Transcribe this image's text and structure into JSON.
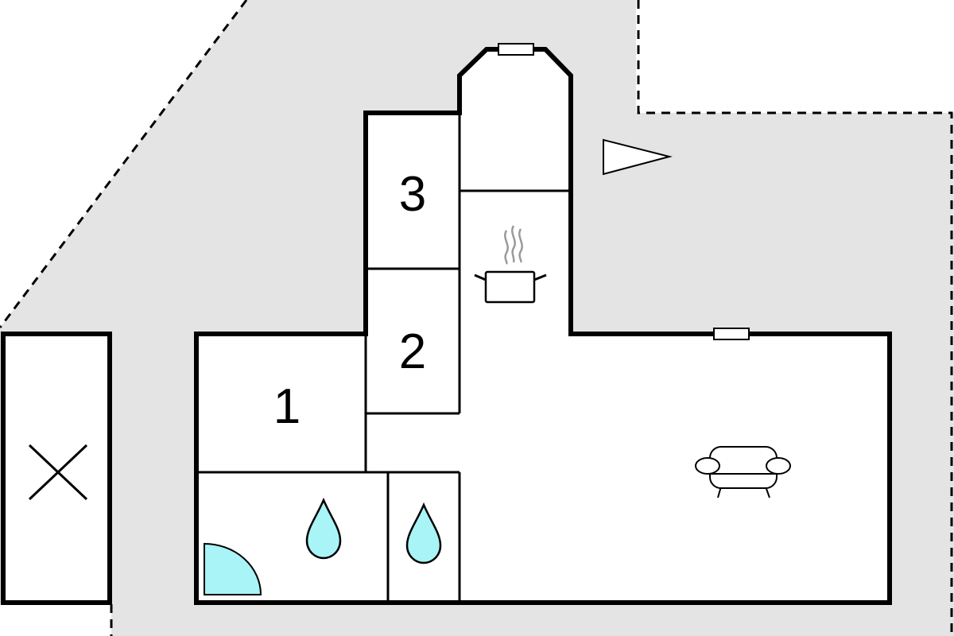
{
  "plan": {
    "rooms": [
      {
        "id": "bedroom-1",
        "label": "1"
      },
      {
        "id": "bedroom-2",
        "label": "2"
      },
      {
        "id": "bedroom-3",
        "label": "3"
      }
    ],
    "icons": {
      "kitchen": "cooking-pot-icon",
      "living": "armchair-icon",
      "water": "water-drop-icon",
      "shower": "shower-quarter-circle-icon",
      "entrance": "entrance-flag-icon",
      "parking": "parking-cross-icon"
    },
    "colors": {
      "terrain": "#e4e4e4",
      "walls": "#000000",
      "water": "#a8f4f6",
      "steam": "#9a9a9a"
    }
  }
}
